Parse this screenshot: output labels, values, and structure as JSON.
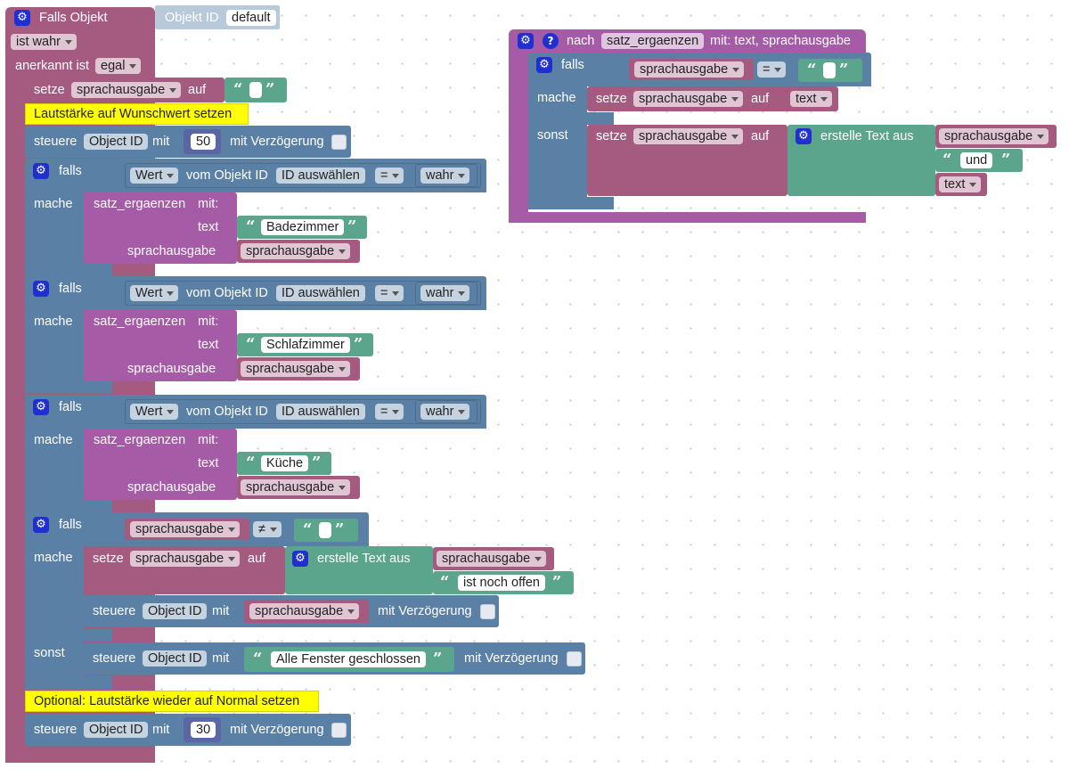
{
  "trigger": {
    "title": "Falls Objekt",
    "object_id_label": "Objekt ID",
    "object_id_value": "default",
    "condition": "ist wahr",
    "ack_label": "anerkannt ist",
    "ack_value": "egal"
  },
  "set1": {
    "keyword": "setze",
    "variable": "sprachausgabe",
    "to_label": "auf"
  },
  "comment1": "Lautstärke auf Wunschwert setzen",
  "control1": {
    "keyword": "steuere",
    "target": "Object ID",
    "with_label": "mit",
    "value": "50",
    "delay_label": "mit Verzögerung"
  },
  "ifs": [
    {
      "if_label": "falls",
      "do_label": "mache",
      "value_label": "Wert",
      "from_label": "vom Objekt ID",
      "select_label": "ID auswählen",
      "op": "=",
      "rhs": "wahr",
      "call": "satz_ergaenzen",
      "call_with": "mit:",
      "arg1_label": "text",
      "arg1_value": "Badezimmer",
      "arg2_label": "sprachausgabe",
      "arg2_value": "sprachausgabe"
    },
    {
      "if_label": "falls",
      "do_label": "mache",
      "value_label": "Wert",
      "from_label": "vom Objekt ID",
      "select_label": "ID auswählen",
      "op": "=",
      "rhs": "wahr",
      "call": "satz_ergaenzen",
      "call_with": "mit:",
      "arg1_label": "text",
      "arg1_value": "Schlafzimmer",
      "arg2_label": "sprachausgabe",
      "arg2_value": "sprachausgabe"
    },
    {
      "if_label": "falls",
      "do_label": "mache",
      "value_label": "Wert",
      "from_label": "vom Objekt ID",
      "select_label": "ID auswählen",
      "op": "=",
      "rhs": "wahr",
      "call": "satz_ergaenzen",
      "call_with": "mit:",
      "arg1_label": "text",
      "arg1_value": "Küche",
      "arg2_label": "sprachausgabe",
      "arg2_value": "sprachausgabe"
    }
  ],
  "if4": {
    "if_label": "falls",
    "do_label": "mache",
    "else_label": "sonst",
    "lhs": "sprachausgabe",
    "op": "≠",
    "set_keyword": "setze",
    "set_var": "sprachausgabe",
    "set_to": "auf",
    "create_text": "erstelle Text aus",
    "join1": "sprachausgabe",
    "join2": "ist noch offen",
    "ctrl_keyword": "steuere",
    "ctrl_target": "Object ID",
    "ctrl_with": "mit",
    "ctrl_value": "sprachausgabe",
    "ctrl_delay": "mit Verzögerung",
    "else_ctrl_keyword": "steuere",
    "else_ctrl_target": "Object ID",
    "else_ctrl_with": "mit",
    "else_ctrl_text": "Alle Fenster geschlossen",
    "else_ctrl_delay": "mit Verzögerung"
  },
  "comment2": "Optional: Lautstärke wieder auf Normal setzen",
  "control2": {
    "keyword": "steuere",
    "target": "Object ID",
    "with_label": "mit",
    "value": "30",
    "delay_label": "mit Verzögerung"
  },
  "function": {
    "prefix": "nach",
    "name": "satz_ergaenzen",
    "params": "mit: text, sprachausgabe",
    "if_label": "falls",
    "do_label": "mache",
    "else_label": "sonst",
    "cond_var": "sprachausgabe",
    "cond_op": "=",
    "do_set": "setze",
    "do_var": "sprachausgabe",
    "do_to": "auf",
    "do_value": "text",
    "else_set": "setze",
    "else_var": "sprachausgabe",
    "else_to": "auf",
    "else_create": "erstelle Text aus",
    "else_join1": "sprachausgabe",
    "else_join2": "und",
    "else_join3": "text"
  }
}
